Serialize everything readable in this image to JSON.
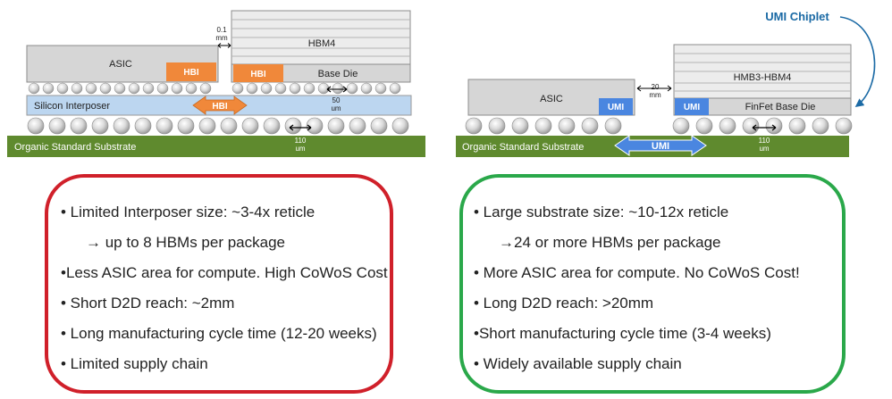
{
  "left_diagram": {
    "asic_label": "ASIC",
    "hbi_label_asic": "HBI",
    "hbi_label_base": "HBI",
    "gap_label_line1": "0.1",
    "gap_label_line2": "mm",
    "hbm_label": "HBM4",
    "base_die_label": "Base Die",
    "interposer_label": "Silicon Interposer",
    "interposer_hbi_label": "HBI",
    "pitch_line1": "50",
    "pitch_line2": "um",
    "substrate_label": "Organic Standard Substrate",
    "substrate_pitch_line1": "110",
    "substrate_pitch_line2": "um"
  },
  "right_diagram": {
    "callout_label": "UMI Chiplet",
    "asic_label": "ASIC",
    "umi_label_asic": "UMI",
    "gap_label_line1": "20",
    "gap_label_line2": "mm",
    "hbm_label": "HMB3-HBM4",
    "umi_label_base": "UMI",
    "base_die_label": "FinFet Base Die",
    "substrate_label": "Organic Standard Substrate",
    "substrate_umi_label": "UMI",
    "substrate_pitch_line1": "110",
    "substrate_pitch_line2": "um"
  },
  "cowos_box": {
    "lines": [
      "• Limited Interposer size: ~3-4x reticle",
      "→ up to 8 HBMs per package",
      "•Less ASIC area for compute. High CoWoS Cost",
      "• Short D2D reach: ~2mm",
      "• Long manufacturing cycle time (12-20 weeks)",
      "• Limited supply chain"
    ]
  },
  "umi_box": {
    "lines": [
      "• Large substrate size: ~10-12x reticle",
      "→24 or more HBMs per package",
      "• More ASIC area for compute. No CoWoS Cost!",
      "• Long D2D reach: >20mm",
      "•Short manufacturing cycle time (3-4 weeks)",
      "• Widely available supply chain"
    ]
  },
  "colors": {
    "substrate_green": "#5f8a2e",
    "interposer_blue": "#bcd6f0",
    "hbi_orange": "#f0883a",
    "umi_blue": "#4a86e0",
    "die_gray": "#d6d6d6",
    "callout_teal": "#1b6aa5",
    "red_border": "#d0202a",
    "green_border": "#2aa84a"
  }
}
